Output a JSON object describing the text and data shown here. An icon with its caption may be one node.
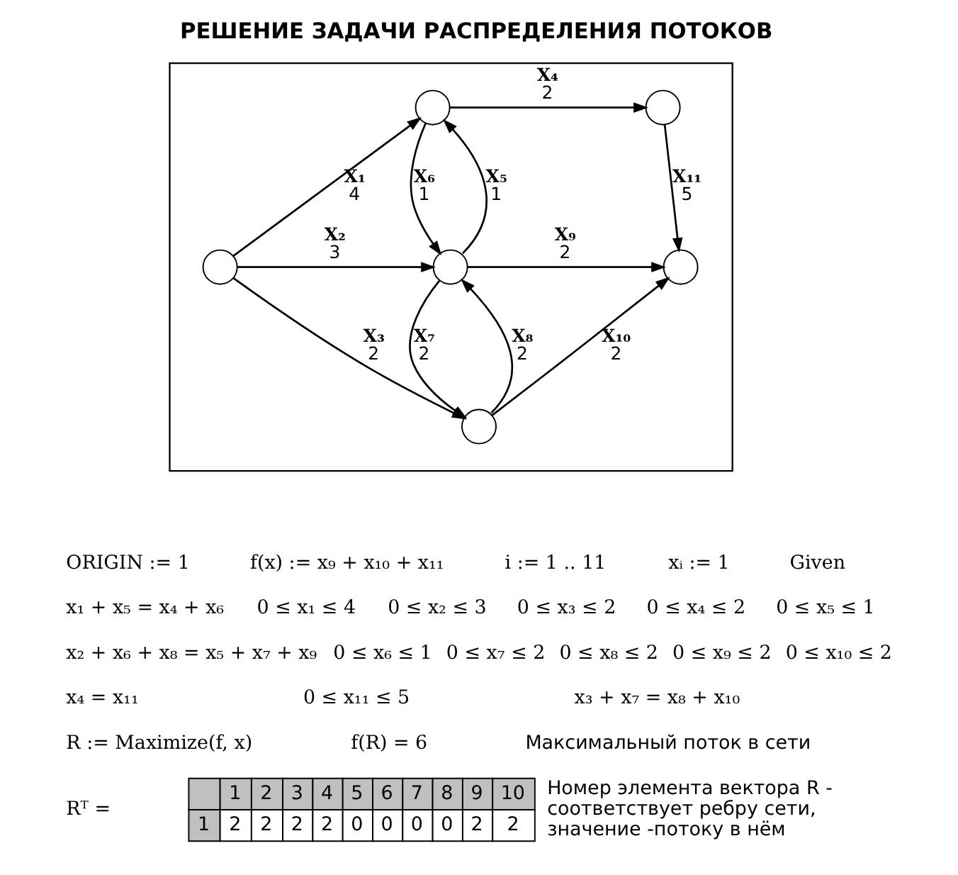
{
  "diagram": {
    "title": "РЕШЕНИЕ ЗАДАЧИ РАСПРЕДЕЛЕНИЯ ПОТОКОВ",
    "nodes": [
      {
        "text": [],
        "shape": "box"
      },
      {
        "text": [],
        "shape": "circle",
        "in": 0
      },
      {
        "text": [],
        "shape": "circle",
        "in": 0
      },
      {
        "text": [],
        "shape": "circle",
        "in": 0
      },
      {
        "text": [],
        "shape": "circle",
        "in": 0
      },
      {
        "text": [],
        "shape": "circle",
        "in": 0
      },
      {
        "text": [],
        "shape": "circle",
        "in": 0
      }
    ],
    "edges": [
      {
        "from": 1,
        "to": 2,
        "arrow": "to",
        "label": "X₁"
      },
      {
        "from": 1,
        "to": 4,
        "arrow": "to",
        "label": "X₂"
      },
      {
        "from": 1,
        "to": 5,
        "arrow": "to",
        "label": "X₃"
      },
      {
        "from": 2,
        "to": 3,
        "arrow": "to",
        "label": "X₄"
      },
      {
        "from": 2,
        "to": 4,
        "arrow": "to",
        "label": "X₆"
      },
      {
        "from": 4,
        "to": 2,
        "arrow": "to",
        "label": "X₅"
      },
      {
        "from": 4,
        "to": 5,
        "arrow": "to",
        "label": "X₇"
      },
      {
        "from": 5,
        "to": 4,
        "arrow": "to",
        "label": "X₈"
      },
      {
        "from": 4,
        "to": 6,
        "arrow": "to",
        "label": "X₉"
      },
      {
        "from": 5,
        "to": 6,
        "arrow": "to",
        "label": "X₁₀"
      },
      {
        "from": 3,
        "to": 6,
        "arrow": "to",
        "label": "X₁₁"
      }
    ],
    "labels": [
      "4",
      "3",
      "2",
      "2",
      "1",
      "1",
      "2",
      "2",
      "2",
      "2",
      "5",
      "ORIGIN := 1",
      "f(x) := x₉ + x₁₀ + x₁₁",
      "i := 1 .. 11",
      "xᵢ := 1",
      "Given",
      "x₁ + x₅ = x₄ + x₆",
      "0 ≤ x₁ ≤ 4",
      "0 ≤ x₂ ≤ 3",
      "0 ≤ x₃ ≤ 2",
      "0 ≤ x₄ ≤ 2",
      "0 ≤ x₅ ≤ 1",
      "x₂ + x₆ + x₈ = x₅ + x₇ + x₉",
      "0 ≤ x₆ ≤ 1",
      "0 ≤ x₇ ≤ 2",
      "0 ≤ x₈ ≤ 2",
      "0 ≤ x₉ ≤ 2",
      "0 ≤ x₁₀ ≤ 2",
      "x₄ = x₁₁",
      "0 ≤ x₁₁ ≤ 5",
      "x₃ + x₇ = x₈ + x₁₀",
      "R := Maximize(f, x)",
      "f(R) = 6",
      "Максимальный поток в сети",
      "Rᵀ =",
      "1",
      "2",
      "3",
      "4",
      "5",
      "6",
      "7",
      "8",
      "9",
      "10",
      "1",
      "2",
      "2",
      "2",
      "2",
      "0",
      "0",
      "0",
      "0",
      "2",
      "2",
      "Номер элемента вектора R - соответствует ребру сети, значение -потоку в нём"
    ]
  }
}
